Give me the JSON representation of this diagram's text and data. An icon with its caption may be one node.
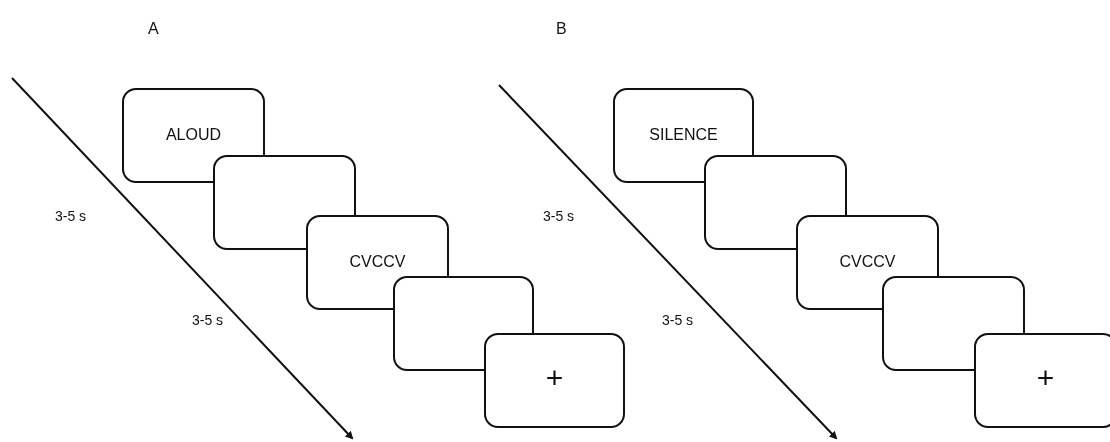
{
  "diagram": {
    "nodes": [
      {
        "text": [
          "ALOUD"
        ]
      },
      {
        "text": [],
        "shape": "box"
      },
      {
        "text": [
          "CVCCV"
        ]
      },
      {
        "text": [],
        "shape": "box"
      },
      {
        "text": [
          "+"
        ]
      },
      {
        "text": [
          "SILENCE"
        ]
      },
      {
        "text": [],
        "shape": "box"
      },
      {
        "text": [
          "CVCCV"
        ]
      },
      {
        "text": [],
        "shape": "box"
      },
      {
        "text": [
          "+"
        ]
      }
    ],
    "labels": [
      "A",
      "B",
      "3-5 s",
      "3-5 s",
      "3-5 s",
      "3-5 s"
    ]
  }
}
